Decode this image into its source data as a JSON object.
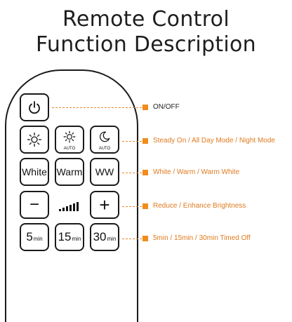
{
  "header": {
    "line1": "Remote Control",
    "line2": "Function Description"
  },
  "remote": {
    "white_label": "White",
    "warm_label": "Warm",
    "ww_label": "WW",
    "auto_label_1": "AUTO",
    "auto_label_2": "AUTO",
    "timer_5": "5",
    "timer_15": "15",
    "timer_30": "30",
    "min_1": "min",
    "min_2": "min",
    "min_3": "min",
    "minus_symbol": "−",
    "plus_symbol": "+"
  },
  "descriptions": {
    "power": "ON/OFF",
    "modes": "Steady On / All Day Mode / Night Mode",
    "colors": "White / Warm / Warm White",
    "brightness": "Reduce / Enhance Brightness",
    "timers": "5min / 15min / 30min Timed Off"
  },
  "colors": {
    "accent": "#F08C1C",
    "text": "#1A1A1A"
  },
  "icons": [
    "power-icon",
    "sun-icon",
    "sun-auto-icon",
    "moon-auto-icon",
    "brightness-level-icon"
  ]
}
